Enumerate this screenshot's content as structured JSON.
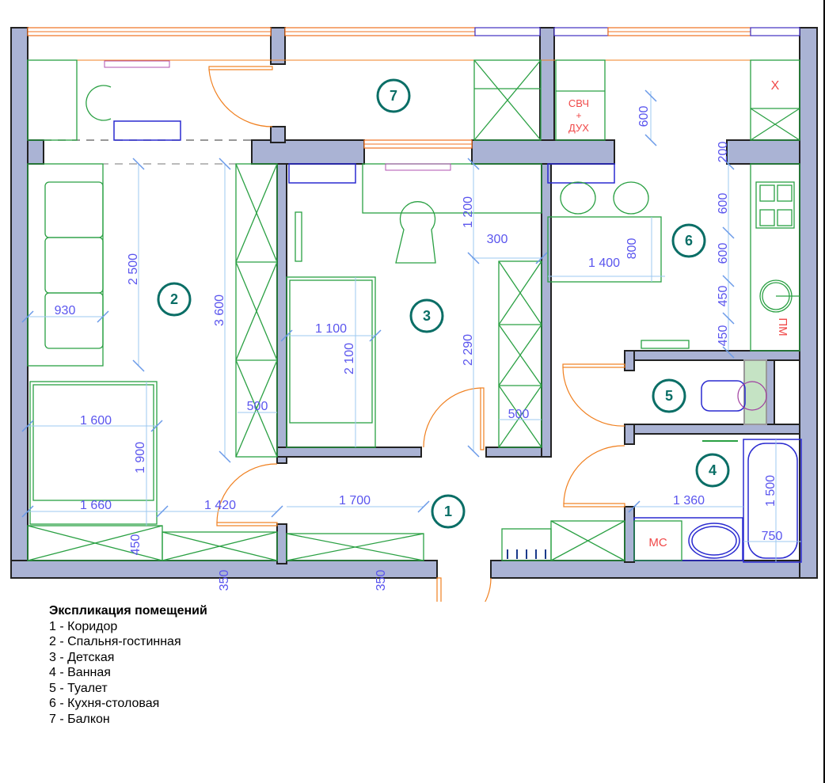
{
  "legend": {
    "title": "Экспликация помещений",
    "items": [
      "1 - Коридор",
      "2 - Спальня-гостинная",
      "3 - Детская",
      "4 - Ванная",
      "5 - Туалет",
      "6 - Кухня-столовая",
      "7 - Балкон"
    ]
  },
  "rooms": {
    "r1": "1",
    "r2": "2",
    "r3": "3",
    "r4": "4",
    "r5": "5",
    "r6": "6",
    "r7": "7"
  },
  "appliance_labels": {
    "microwave_oven_line1": "СВЧ",
    "microwave_oven_line2": "+",
    "microwave_oven_line3": "ДУХ",
    "dishwasher": "ПМ",
    "washing_machine": "МС",
    "fridge_mark": "X"
  },
  "dimensions": {
    "d600_top": "600",
    "d200": "200",
    "d600_a": "600",
    "d600_b": "600",
    "d450_a": "450",
    "d450_b": "450",
    "d1400": "1 400",
    "d800": "800",
    "d1200": "1 200",
    "d300": "300",
    "d2500": "2 500",
    "d3600": "3 600",
    "d930": "930",
    "d1100": "1 100",
    "d2100": "2 100",
    "d2290": "2 290",
    "d500_left": "500",
    "d500_right": "500",
    "d1600": "1 600",
    "d1900": "1 900",
    "d1660": "1 660",
    "d1420": "1 420",
    "d1700": "1 700",
    "d450_bed": "450",
    "d350_a": "350",
    "d350_b": "350",
    "d1360": "1 360",
    "d1500": "1 500",
    "d750": "750"
  },
  "colors": {
    "wall": "#aab3d4",
    "furniture": "#2aa043",
    "dimension_text": "#5a55ee",
    "room_marker": "#0a6e66",
    "door_window": "#f07020",
    "appliance_text": "#f04848"
  }
}
